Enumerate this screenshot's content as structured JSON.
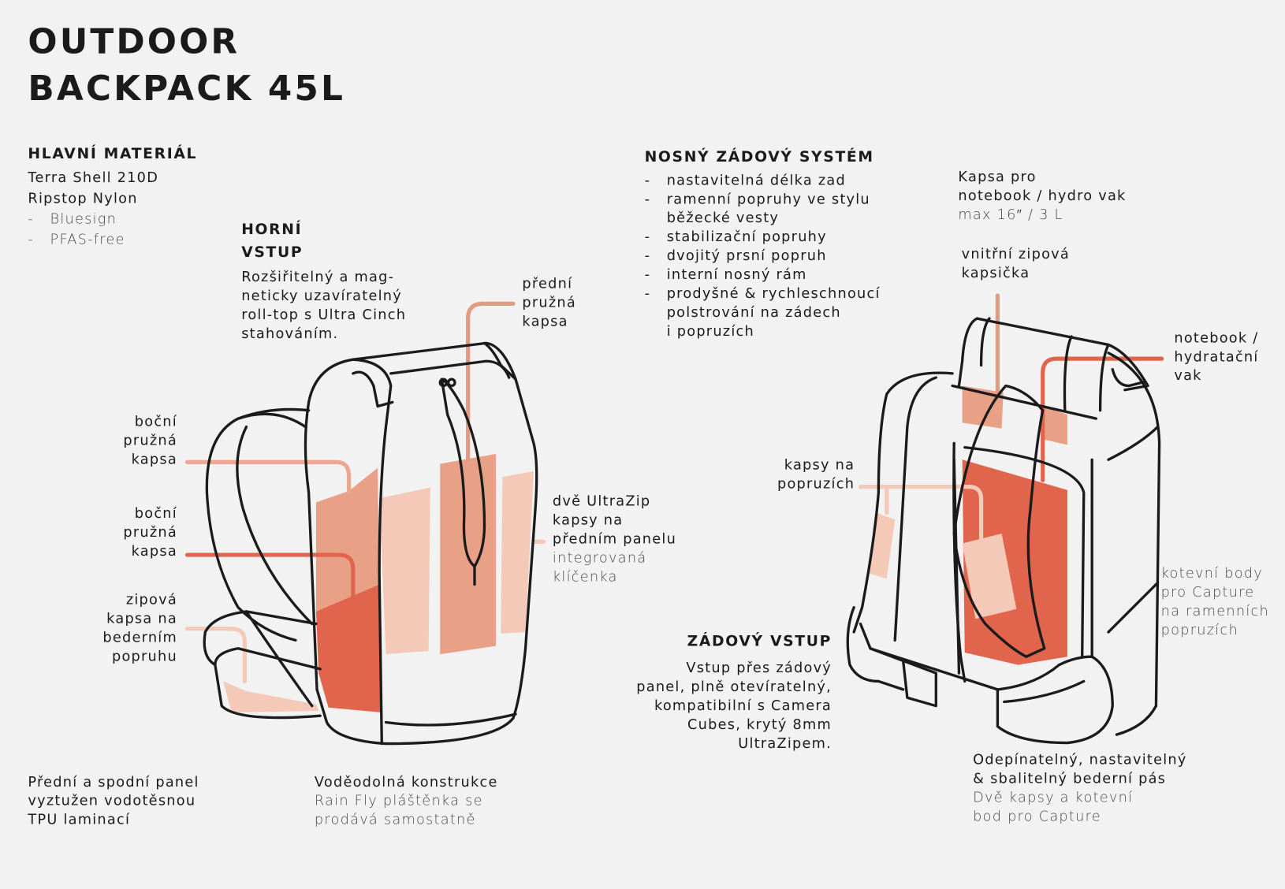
{
  "title": {
    "line1": "OUTDOOR",
    "line2": "BACKPACK 45L"
  },
  "material": {
    "heading": "HLAVNÍ MATERIÁL",
    "lines": [
      "Terra Shell 210D",
      "Ripstop Nylon"
    ],
    "bullets": [
      "Bluesign",
      "PFAS-free"
    ],
    "dash": "-"
  },
  "top_entry": {
    "heading": [
      "HORNÍ",
      "VSTUP"
    ],
    "text": [
      "Rozšiřitelný a mag-",
      "neticky uzavíratelný",
      "roll-top s Ultra Cinch",
      "stahováním."
    ]
  },
  "labels_left": {
    "front_stretch_pocket": [
      "přední",
      "pružná",
      "kapsa"
    ],
    "side_pocket_1": [
      "boční",
      "pružná",
      "kapsa"
    ],
    "side_pocket_2": [
      "boční",
      "pružná",
      "kapsa"
    ],
    "hip_pocket": [
      "zipová",
      "kapsa na",
      "bederním",
      "popruhu"
    ],
    "ultrazip": {
      "main": [
        "dvě UltraZip",
        "kapsy na",
        "předním panelu"
      ],
      "sub": [
        "integrovaná",
        "klíčenka"
      ]
    }
  },
  "carry_system": {
    "heading": "NOSNÝ ZÁDOVÝ SYSTÉM",
    "items": [
      [
        "nastavitelná délka zad"
      ],
      [
        "ramenní popruhy ve stylu",
        "běžecké vesty"
      ],
      [
        "stabilizační popruhy"
      ],
      [
        "dvojitý prsní popruh"
      ],
      [
        "interní nosný rám"
      ],
      [
        "prodyšné & rychleschnoucí",
        "polstrování na zádech",
        "i popruzích"
      ]
    ]
  },
  "labels_right": {
    "laptop_pocket": {
      "main": [
        "Kapsa pro",
        "notebook / hydro vak"
      ],
      "sub": "max 16″ / 3 L"
    },
    "inner_zip": [
      "vnitřní zipová",
      "kapsička"
    ],
    "notebook_hydration": [
      "notebook /",
      "hydratační",
      "vak"
    ],
    "strap_pockets": [
      "kapsy na",
      "popruzích"
    ],
    "capture_points": [
      "kotevní body",
      "pro Capture",
      "na ramenních",
      "popruzích"
    ]
  },
  "back_entry": {
    "heading": "ZÁDOVÝ VSTUP",
    "text": [
      "Vstup přes zádový",
      "panel, plně otevíratelný,",
      "kompatibilní s Camera",
      "Cubes, krytý 8mm",
      "UltraZipem."
    ]
  },
  "bottom": {
    "panel": [
      "Přední a spodní panel",
      "vyztužen vodotěsnou",
      "TPU laminací"
    ],
    "waterproof": {
      "main": "Voděodolná konstrukce",
      "sub": [
        "Rain Fly pláštěnka se",
        "prodává samostatně"
      ]
    },
    "hipbelt": {
      "main": [
        "Odepínatelný, nastavitelný",
        "& sbalitelný bederní pás"
      ],
      "sub": [
        "Dvě kapsy a kotevní",
        "bod pro Capture"
      ]
    }
  },
  "colors": {
    "background": "#f1f2f1",
    "light": "#f4c9b8",
    "mid": "#e8a086",
    "red": "#e0654c",
    "outline": "#1b1b1b"
  }
}
